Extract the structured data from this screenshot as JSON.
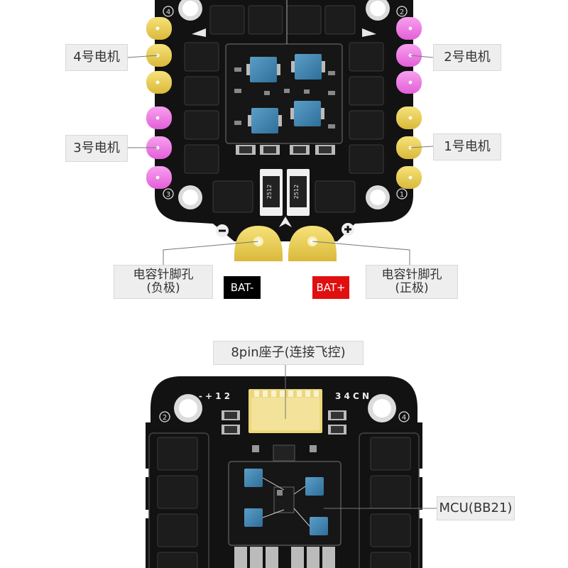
{
  "top_board": {
    "motor_labels": {
      "m4": "4号电机",
      "m2": "2号电机",
      "m3": "3号电机",
      "m1": "1号电机"
    },
    "corner_numbers": {
      "c4": "4",
      "c2": "2",
      "c3": "3",
      "c1": "1"
    },
    "resistor_marks": [
      "2512",
      "2512"
    ],
    "polarity": {
      "minus": "−",
      "plus": "+"
    },
    "cap_pad_labels": {
      "neg_line1": "电容针脚孔",
      "neg_line2": "(负极)",
      "pos_line1": "电容针脚孔",
      "pos_line2": "(正极)"
    },
    "bat_neg": "BAT-",
    "bat_pos": "BAT+"
  },
  "bottom_board": {
    "connector_label": "8pin座子(连接飞控)",
    "silk_left": "- + 1 2",
    "silk_right": "3 4 C N",
    "corner_numbers": {
      "left": "2",
      "right": "4"
    },
    "mcu_label": "MCU(BB21)"
  }
}
